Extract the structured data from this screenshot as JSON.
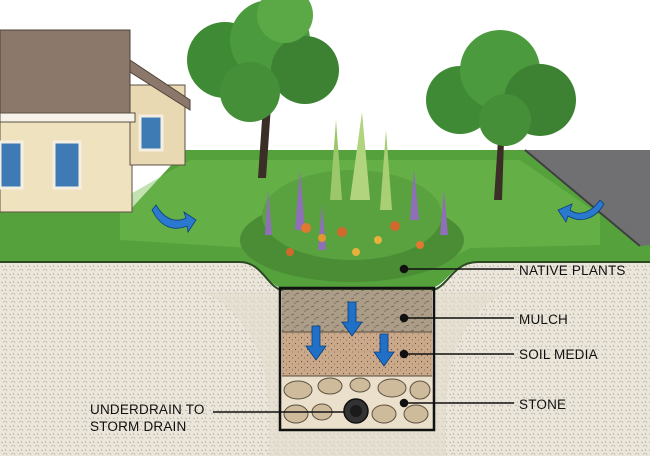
{
  "labels": {
    "native_plants": "NATIVE PLANTS",
    "mulch": "MULCH",
    "soil_media": "SOIL MEDIA",
    "stone": "STONE",
    "underdrain_line1": "UNDERDRAIN TO",
    "underdrain_line2": "STORM DRAIN"
  },
  "colors": {
    "grass": "#4f9a3a",
    "grass_light": "#7cc05a",
    "gravel": "#e8e2d6",
    "mulch": "#a89a84",
    "soil_media": "#c9a98a",
    "stone_layer": "#e9dfcc",
    "house_wall": "#efe3c0",
    "house_roof": "#8a7766",
    "window": "#3d79b2",
    "road": "#6f6e70",
    "flow_arrow": "#1e6fc4",
    "leader_line": "#111111"
  },
  "icons": {
    "runoff_arrow_left": "curved-arrow-icon",
    "runoff_arrow_right": "curved-arrow-icon",
    "infiltration_arrows": "down-arrow-icon",
    "underdrain_pipe": "pipe-icon"
  }
}
